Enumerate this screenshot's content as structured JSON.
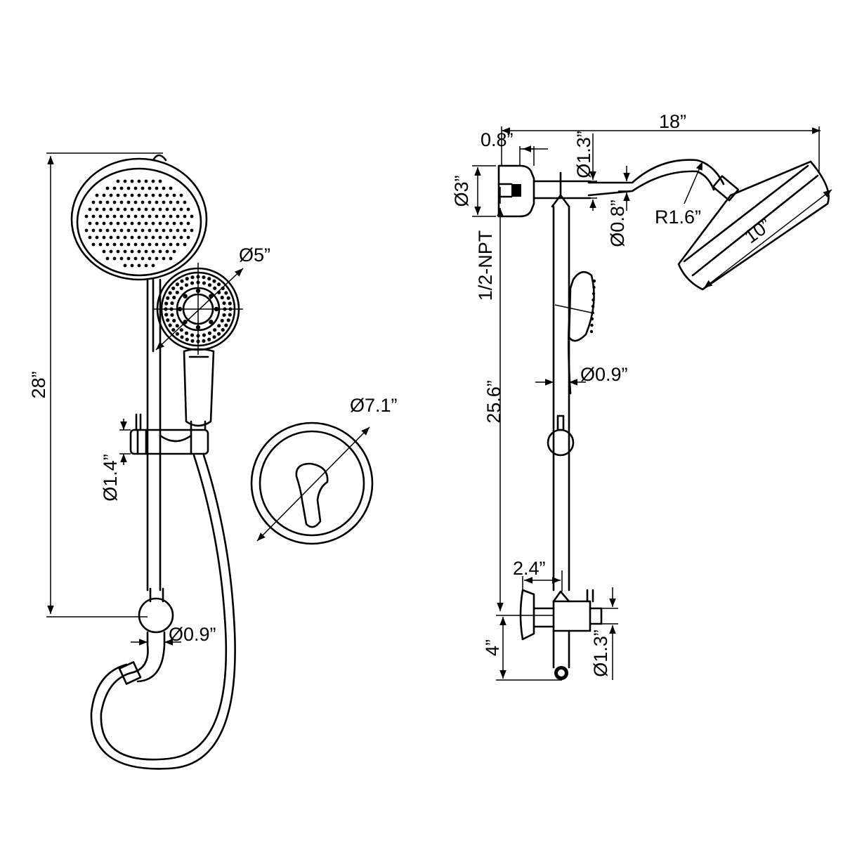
{
  "front_view": {
    "overall_height": "28”",
    "handshower_diameter": "Ø5”",
    "slider_diameter": "Ø1.4”",
    "outlet_diameter": "Ø0.9”",
    "valve_trim_diameter": "Ø7.1”"
  },
  "side_view": {
    "arm_length": "18”",
    "flange_depth": "0.8”",
    "arm_diameter": "Ø1.3”",
    "flange_diameter": "Ø3”",
    "connection": "1/2-NPT",
    "arm_tube_diameter": "Ø0.8”",
    "bend_radius": "R1.6”",
    "rainhead_size": "10”",
    "bar_height": "25.6”",
    "bar_diameter": "Ø0.9”",
    "diverter_offset": "2.4”",
    "bottom_height": "4”",
    "bottom_diameter": "Ø1.3”"
  }
}
